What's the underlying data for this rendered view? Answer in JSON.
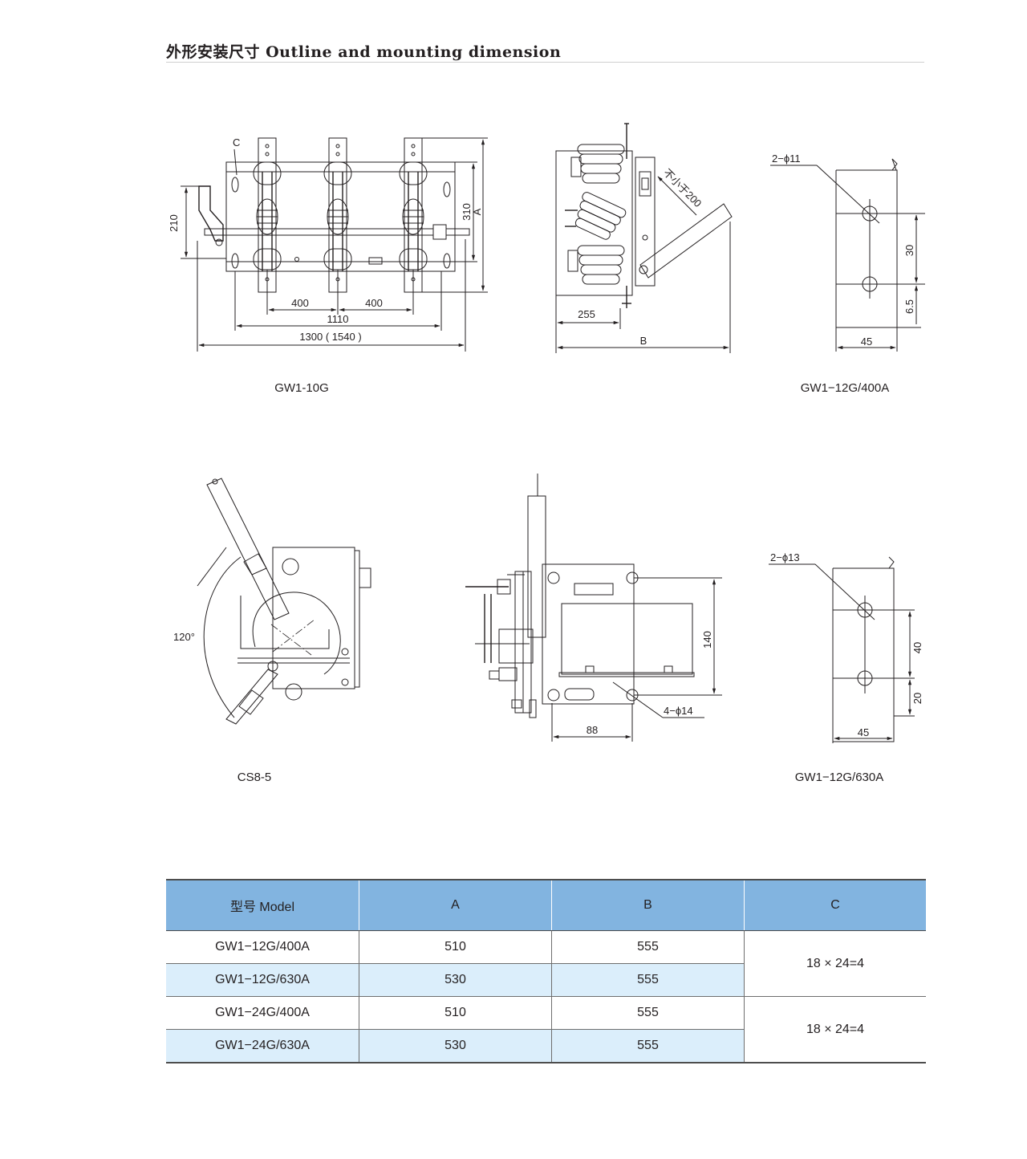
{
  "header": {
    "title": "外形安装尺寸  Outline and mounting dimension"
  },
  "figures": {
    "gw1_10g": {
      "caption": "GW1-10G",
      "c_label": "C",
      "dim_210": "210",
      "dim_310": "310",
      "dim_a": "A",
      "dim_400_left": "400",
      "dim_400_right": "400",
      "dim_1110": "1110",
      "dim_1300": "1300 ( 1540 )"
    },
    "side_view": {
      "dim_not_less": "不小于200",
      "dim_255": "255",
      "dim_b": "B"
    },
    "gw1_12g_400a": {
      "caption": "GW1−12G/400A",
      "holes": "2−ϕ11",
      "dim_30": "30",
      "dim_6_5": "6.5",
      "dim_45": "45"
    },
    "cs8_5": {
      "caption": "CS8-5",
      "angle": "120°"
    },
    "mechanism_front": {
      "dim_140": "140",
      "dim_88": "88",
      "holes": "4−ϕ14"
    },
    "gw1_12g_630a": {
      "caption": "GW1−12G/630A",
      "holes": "2−ϕ13",
      "dim_40": "40",
      "dim_20": "20",
      "dim_45": "45"
    }
  },
  "table": {
    "headers": [
      "型号 Model",
      "A",
      "B",
      "C"
    ],
    "rows": [
      {
        "model": "GW1−12G/400A",
        "a": "510",
        "b": "555"
      },
      {
        "model": "GW1−12G/630A",
        "a": "530",
        "b": "555"
      },
      {
        "model": "GW1−24G/400A",
        "a": "510",
        "b": "555"
      },
      {
        "model": "GW1−24G/630A",
        "a": "530",
        "b": "555"
      }
    ],
    "c_group_1": "18 × 24=4",
    "c_group_2": "18 × 24=4"
  }
}
